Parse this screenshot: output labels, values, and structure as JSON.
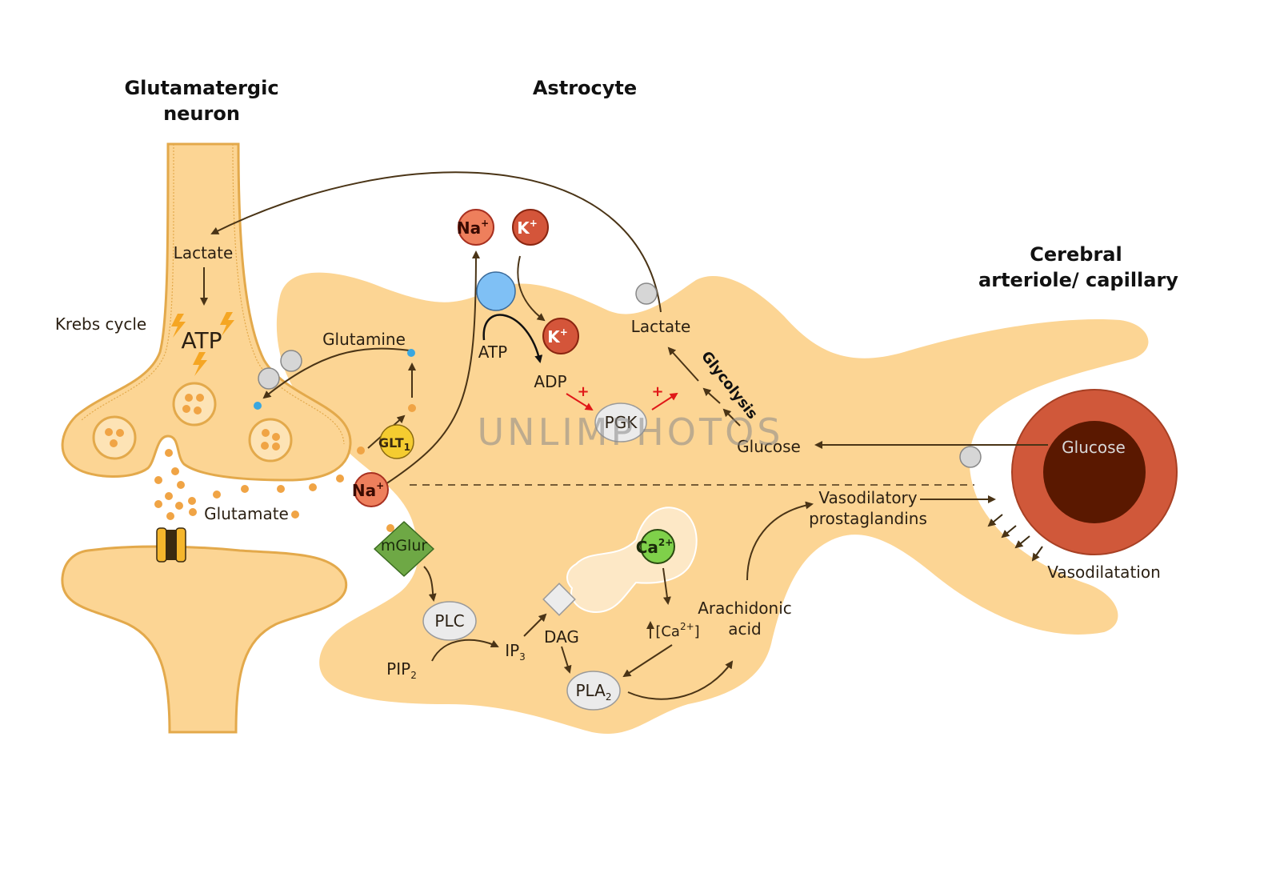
{
  "titles": {
    "neuron_line1": "Glutamatergic",
    "neuron_line2": "neuron",
    "astrocyte": "Astrocyte",
    "vessel_line1": "Cerebral",
    "vessel_line2": "arteriole/ capillary"
  },
  "neuron": {
    "lactate": "Lactate",
    "krebs": "Krebs cycle",
    "atp": "ATP",
    "glutamate": "Glutamate"
  },
  "astrocyte_top": {
    "glutamine": "Glutamine",
    "glt": "GLT",
    "glt_sub": "1",
    "na_membrane": "Na",
    "na_top": "Na",
    "k_top": "K",
    "k_inside": "K",
    "plus": "+",
    "atp": "ATP",
    "adp": "ADP",
    "pgk": "PGK",
    "lactate": "Lactate",
    "glycolysis": "Glycolysis",
    "glucose": "Glucose",
    "red_plus": "+"
  },
  "astrocyte_bottom": {
    "mglur": "mGlur",
    "plc": "PLC",
    "pip": "PIP",
    "pip_sub": "2",
    "ip": "IP",
    "ip_sub": "3",
    "dag": "DAG",
    "pla": "PLA",
    "pla_sub": "2",
    "ca_store": "Ca",
    "ca_sup": "2+",
    "ca_conc_open": "[Ca",
    "ca_conc_sup": "2+",
    "ca_conc_close": "]",
    "up_arrow": "↑",
    "arachidonic_line1": "Arachidonic",
    "arachidonic_line2": "acid",
    "prostaglandins_line1": "Vasodilatory",
    "prostaglandins_line2": "prostaglandins"
  },
  "vessel": {
    "glucose": "Glucose",
    "vasodilatation": "Vasodilatation"
  },
  "watermark": "UNLIMPHOTOS",
  "colors": {
    "cell_fill": "#fcd594",
    "membrane": "#e3a94b",
    "arrow": "#4a3416",
    "na_fill": "#ee7f5c",
    "k_fill": "#d4553a",
    "vessel_outer": "#d0583a",
    "vessel_lumen": "#5a1800",
    "dot_orange": "#f0a445",
    "dot_blue": "#3aa7e0",
    "pump_blue": "#7fc0f5",
    "transporter_grey": "#d6d6d6",
    "glt_yellow": "#f5cc30",
    "mglur_green": "#6ea845",
    "ca_green": "#7fd04a",
    "red_arrow": "#e01818"
  }
}
